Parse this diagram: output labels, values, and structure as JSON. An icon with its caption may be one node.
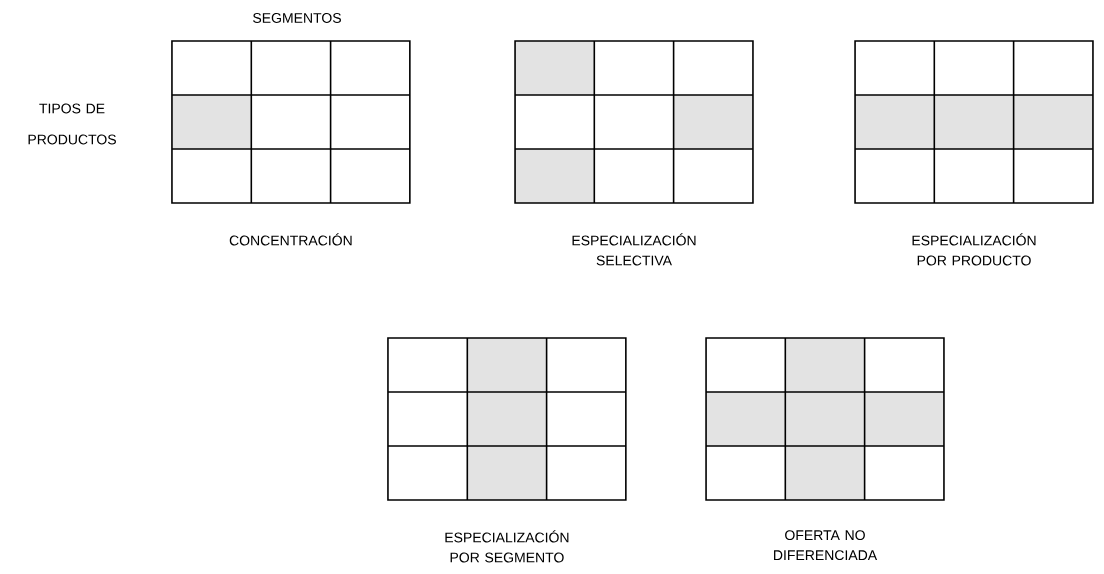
{
  "diagram": {
    "nodes": [
      {
        "text": [],
        "shape": "grid",
        "beside": [
          "CONCENTRACIÓN"
        ]
      },
      {
        "text": [],
        "shape": "grid",
        "beside": [
          "ESPECIALIZACIÓN SELECTIVA"
        ]
      },
      {
        "text": [],
        "shape": "grid",
        "beside": [
          "ESPECIALIZACIÓN POR PRODUCTO"
        ]
      },
      {
        "text": [],
        "shape": "grid",
        "beside": [
          "ESPECIALIZACIÓN POR SEGMENTO"
        ]
      },
      {
        "text": [],
        "shape": "grid",
        "beside": [
          "OFERTA NO DIFERENCIADA"
        ]
      }
    ],
    "labels": [
      "SEGMENTOS",
      "TIPOS DE PRODUCTOS"
    ]
  }
}
